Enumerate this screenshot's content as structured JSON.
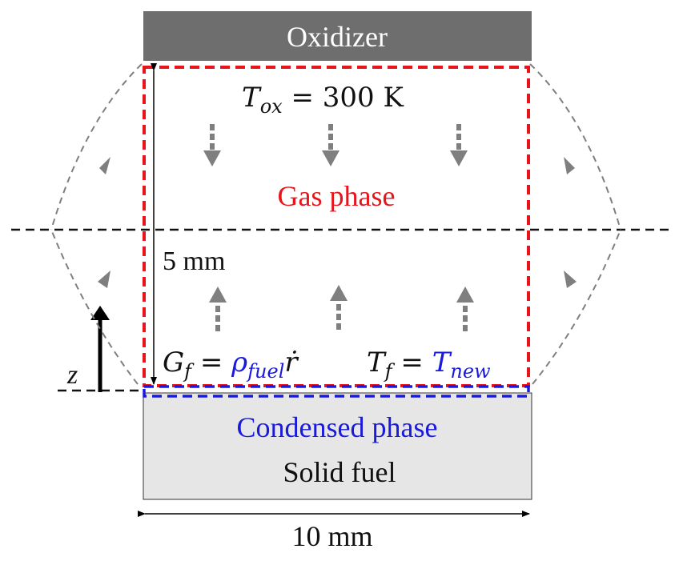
{
  "oxidizer_label": "Oxidizer",
  "gas_phase_label": "Gas phase",
  "condensed_phase_label": "Condensed phase",
  "solid_fuel_label": "Solid fuel",
  "height_label": "5 mm",
  "width_label": "10 mm",
  "z_label": "z",
  "t_ox": {
    "symbol": "T",
    "sub": "ox",
    "rest": " = 300 K"
  },
  "g_f": {
    "symbol": "G",
    "sub": "f",
    "eq": " = ",
    "rho": "ρ",
    "rho_sub": "fuel",
    "rdot": "ṙ"
  },
  "t_f": {
    "symbol": "T",
    "sub": "f",
    "eq": " = ",
    "rhs": "T",
    "rhs_sub": "new"
  },
  "colors": {
    "oxidizer_fill": "#6e6e6e",
    "fuel_fill": "#e6e6e6",
    "gas_boundary": "#e8141b",
    "condensed_boundary": "#1a1adc",
    "flow_arrows": "#7f7f7f"
  }
}
